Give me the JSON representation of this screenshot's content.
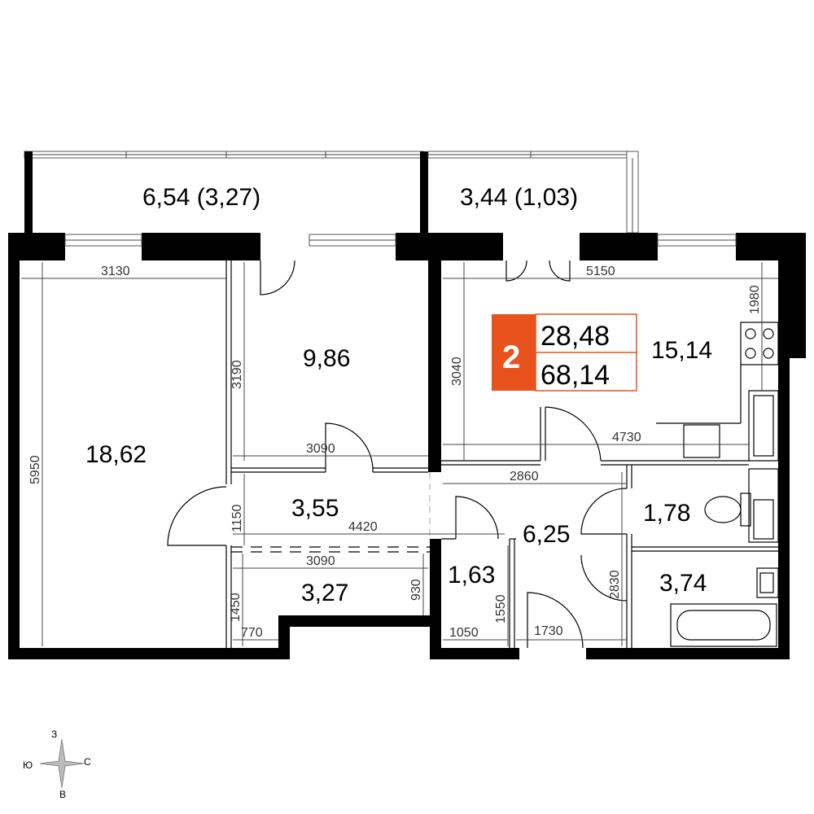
{
  "rooms": {
    "balcony_left": "6,54 (3,27)",
    "balcony_right": "3,44 (1,03)",
    "living_room": "18,62",
    "bedroom": "9,86",
    "kitchen": "15,14",
    "corridor": "3,55",
    "hall": "6,25",
    "toilet": "1,78",
    "storage_left": "3,27",
    "storage_small": "1,63",
    "bathroom": "3,74"
  },
  "badge": {
    "rooms_count": "2",
    "living_area": "28,48",
    "total_area": "68,14",
    "color": "#E8531D"
  },
  "dimensions": {
    "d3130": "3130",
    "d5950": "5950",
    "d3190": "3190",
    "d3090_top": "3090",
    "d1150": "1150",
    "d4420": "4420",
    "d3090_bottom": "3090",
    "d1450": "1450",
    "d770": "770",
    "d930": "930",
    "d5150": "5150",
    "d1980": "1980",
    "d3040": "3040",
    "d4730": "4730",
    "d2860": "2860",
    "d2830": "2830",
    "d1550": "1550",
    "d1050": "1050",
    "d1730": "1730"
  },
  "compass": {
    "north": "З",
    "east": "С",
    "south": "В",
    "west": "Ю"
  }
}
